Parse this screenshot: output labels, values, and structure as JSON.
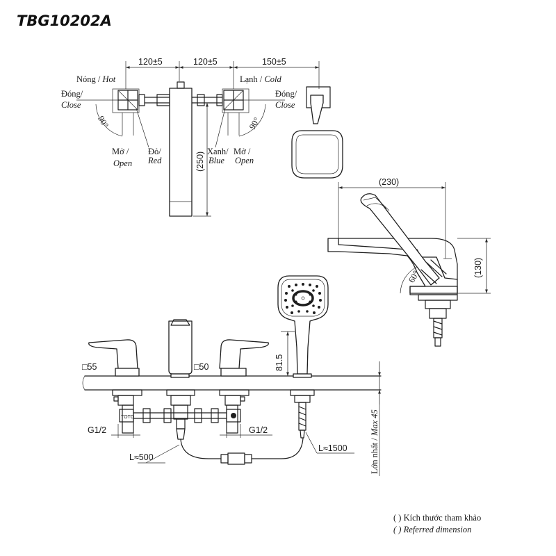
{
  "model": "TBG10202A",
  "top_view": {
    "dims": [
      "120±5",
      "120±5",
      "150±5",
      "(250)"
    ],
    "hot": "Nóng / ",
    "hot_en": "Hot",
    "cold": "Lạnh / ",
    "cold_en": "Cold",
    "close_vi": "Đóng/",
    "close_en": "Close",
    "open_vi": "Mở /",
    "open_en": "Open",
    "red_vi": "Đỏ/",
    "red_en": "Red",
    "blue_vi": "Xanh/",
    "blue_en": "Blue",
    "angle": "90°"
  },
  "side_view": {
    "dims": [
      "(230)",
      "(130)",
      "60°"
    ]
  },
  "front_view": {
    "dims": [
      "□55",
      "□50",
      "81.5",
      "G1/2",
      "G1/2",
      "L≈500",
      "L≈1500"
    ],
    "max_vi": "Lớn nhất / ",
    "max_en": "Max 45"
  },
  "legend": {
    "ref_vi": "( ) Kích thước tham khảo",
    "ref_en": "( ) Referred dimension"
  }
}
